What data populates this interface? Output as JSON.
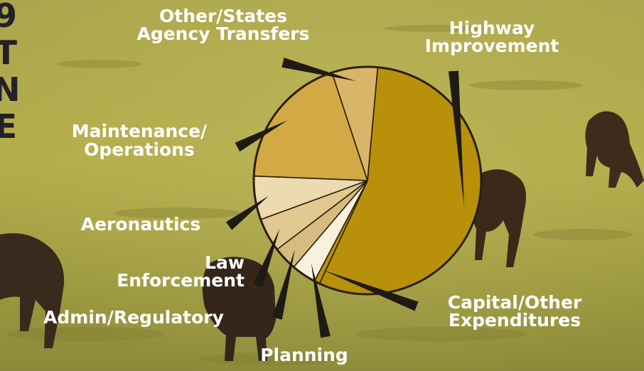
{
  "side_letters": [
    "9",
    "T",
    "N",
    "E"
  ],
  "chart_data": {
    "type": "pie",
    "title": "",
    "slices": [
      {
        "label": "Highway Improvement",
        "lines": [
          "Highway",
          "Improvement"
        ],
        "value": 55.5,
        "color": "#b8900a"
      },
      {
        "label": "Capital/Other Expenditures",
        "lines": [
          "Capital/Other",
          "Expenditures"
        ],
        "value": 0.8,
        "color": "#b8900a"
      },
      {
        "label": "Planning",
        "lines": [
          "Planning"
        ],
        "value": 3.5,
        "color": "#f8f1de"
      },
      {
        "label": "Admin/Regulatory",
        "lines": [
          "Admin/Regulatory"
        ],
        "value": 3.4,
        "color": "#d7bb80"
      },
      {
        "label": "Law Enforcement",
        "lines": [
          "Law",
          "Enforcement"
        ],
        "value": 4.8,
        "color": "#e2c992"
      },
      {
        "label": "Aeronautics",
        "lines": [
          "Aeronautics"
        ],
        "value": 6.2,
        "color": "#ecdab0"
      },
      {
        "label": "Maintenance/Operations",
        "lines": [
          "Maintenance/",
          "Operations"
        ],
        "value": 19.3,
        "color": "#d3a946"
      },
      {
        "label": "Other/States Agency Transfers",
        "lines": [
          "Other/States",
          "Agency Transfers"
        ],
        "value": 6.5,
        "color": "#d9b56a"
      }
    ],
    "legend": "none",
    "labels_color": "#ffffff",
    "outline_color": "#2a1e0a",
    "pointer_color": "#1e1a14"
  }
}
